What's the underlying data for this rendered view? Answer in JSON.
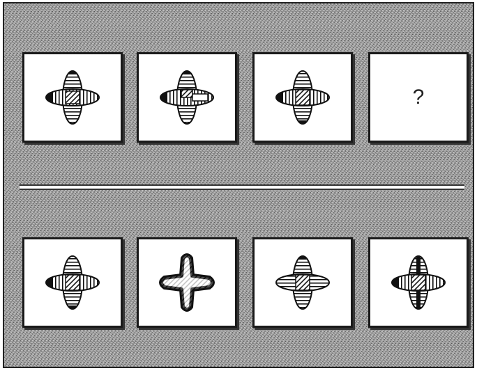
{
  "puzzle": {
    "question_card": {
      "text": "?"
    },
    "top_row": [
      {
        "id": "A1",
        "kind": "cross-figure"
      },
      {
        "id": "A2",
        "kind": "cross-figure"
      },
      {
        "id": "A3",
        "kind": "cross-figure"
      },
      {
        "id": "A4",
        "kind": "question"
      }
    ],
    "bottom_row": [
      {
        "id": "B1",
        "kind": "cross-figure"
      },
      {
        "id": "B2",
        "kind": "cross-figure"
      },
      {
        "id": "B3",
        "kind": "cross-figure"
      },
      {
        "id": "B4",
        "kind": "cross-figure"
      }
    ],
    "colors": {
      "card_bg": "#ffffff",
      "ink": "#1a1a1a",
      "board_bg": "#9a9a9a"
    }
  }
}
